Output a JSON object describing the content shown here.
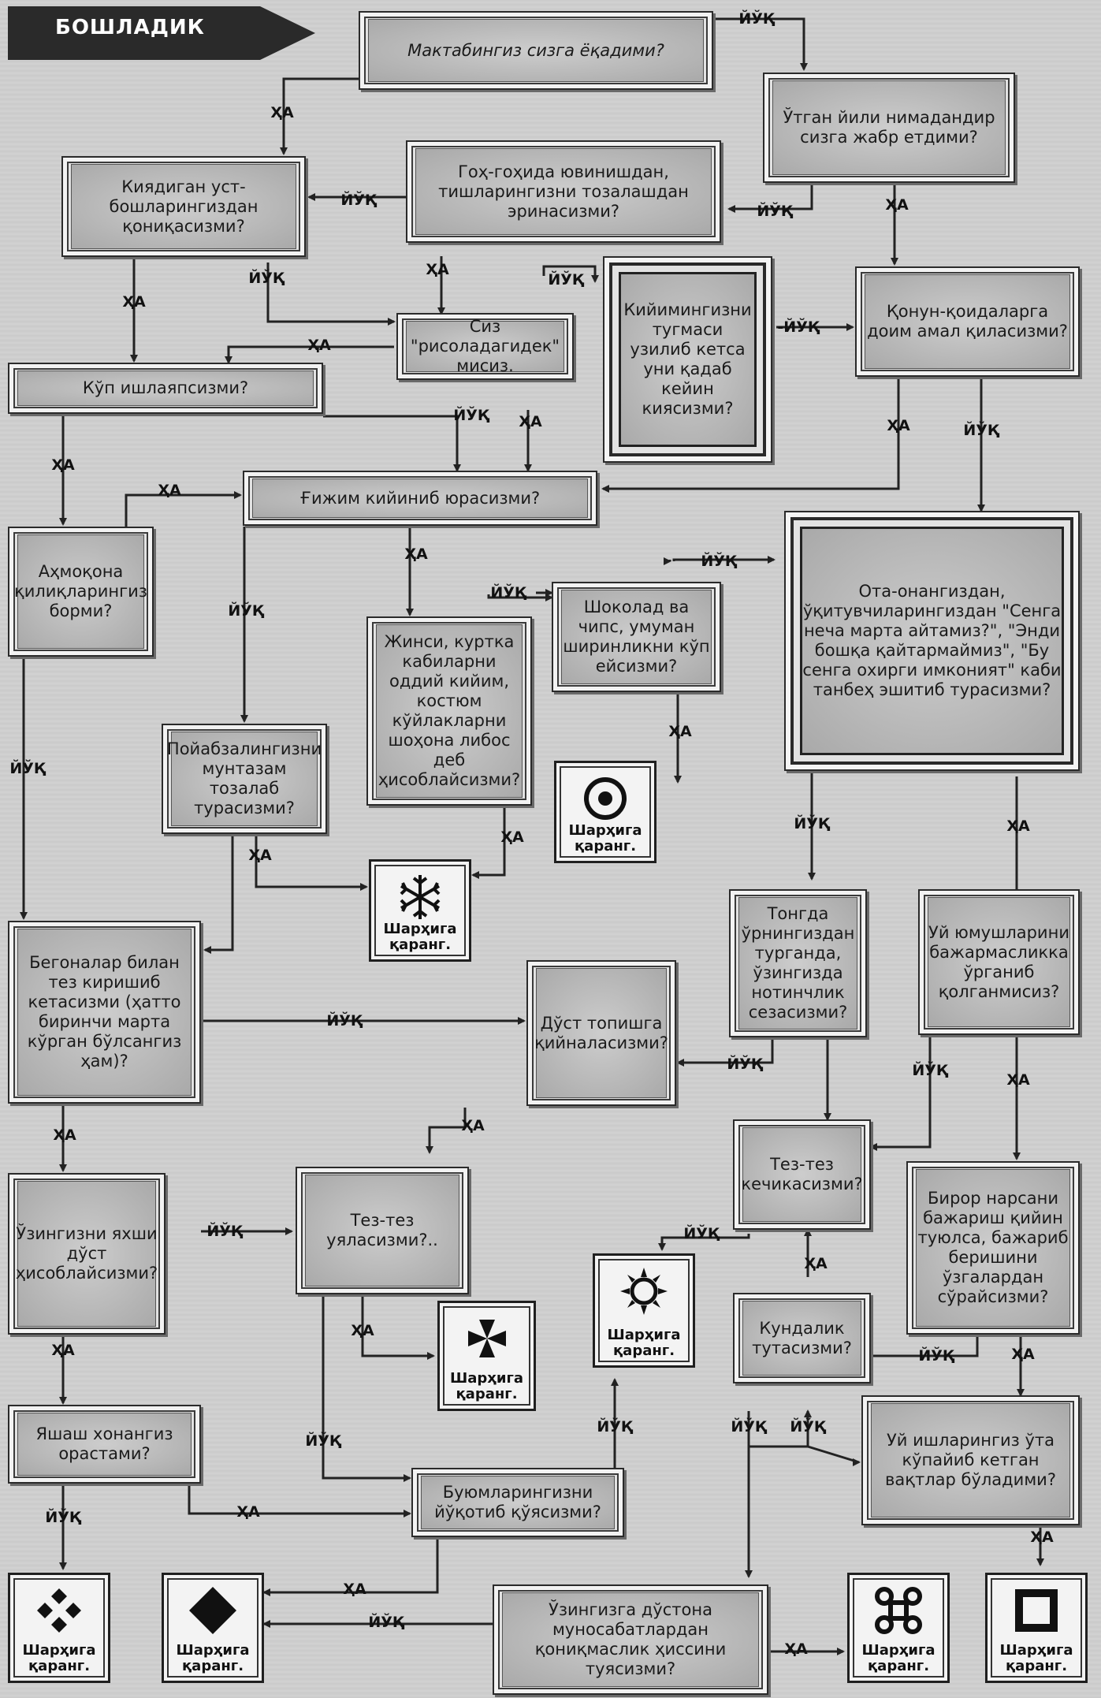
{
  "start_label": "БОШЛАДИК",
  "labels": {
    "yes": "ҲА",
    "no": "ЙЎҚ",
    "no_alt": "-ЙЎҚ",
    "see": "Шарҳига қаранг."
  },
  "questions": {
    "q1": "Мактабингиз сизга ёқадими?",
    "q2": "Ўтган йили нимадандир сизга жабр етдими?",
    "q3": "Киядиган уст-бошларингиздан қониқасизми?",
    "q4": "Гоҳ-гоҳида ювинишдан, тишларингизни тозалашдан эринасизми?",
    "q5": "Сиз \"рисоладагидек\" мисиз.",
    "q6": "Кийимингизни тугмаси узилиб кетса уни қадаб кейин киясизми?",
    "q7": "Қонун-қоидаларга доим амал қиласизми?",
    "q8": "Кўп ишлаяпсизми?",
    "q9": "Ғижим кийиниб юрасизми?",
    "q10": "Аҳмоқона қилиқларингиз борми?",
    "q11": "Шоколад ва чипс, умуман ширинликни кўп ейсизми?",
    "q12": "Ота-онангиздан, ўқитувчиларингиздан \"Сенга неча марта айтамиз?\", \"Энди бошқа қайтармаймиз\", \"Бу сенга охирги имконият\" каби танбеҳ эшитиб турасизми?",
    "q13": "Жинси, куртка кабиларни оддий кийим, костюм кўйлакларни шоҳона либос деб ҳисоблайсизми?",
    "q14": "Пойабзалингизни мунтазам тозалаб турасизми?",
    "q15": "Тонгда ўрнингиздан турганда, ўзингизда нотинчлик сезасизми?",
    "q16": "Уй юмушларини бажармасликка ўрганиб қолганмисиз?",
    "q17": "Бегоналар билан тез киришиб кетасизми (ҳатто биринчи марта кўрган бўлсангиз ҳам)?",
    "q18": "Дўст топишга қийналасизми?",
    "q19": "Тез-тез кечикасизми?",
    "q20": "Бирор нарсани бажариш қийин туюлса, бажариб беришини ўзгалардан сўрайсизми?",
    "q21": "Ўзингизни яхши дўст ҳисоблайсизми?",
    "q22": "Тез-тез уяласизми?..",
    "q23": "Кундалик тутасизми?",
    "q24": "Уй ишларингиз ўта кўпайиб кетган вақтлар бўладими?",
    "q25": "Яшаш хонангиз орастами?",
    "q26": "Буюмларингизни йўқотиб қўясизми?",
    "q27": "Ўзингизга дўстона муносабатлардан қониқмаслик ҳиссини туясизми?"
  },
  "results": [
    {
      "symbol": "target-icon"
    },
    {
      "symbol": "snowflake-icon"
    },
    {
      "symbol": "maltese-cross-icon"
    },
    {
      "symbol": "sun-icon"
    },
    {
      "symbol": "four-diamonds-icon"
    },
    {
      "symbol": "diamond-icon"
    },
    {
      "symbol": "command-key-icon"
    },
    {
      "symbol": "square-frame-icon"
    }
  ]
}
